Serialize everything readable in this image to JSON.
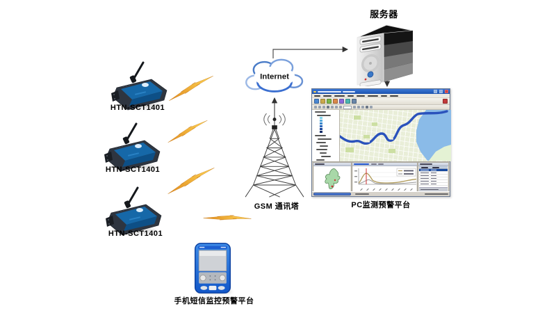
{
  "labels": {
    "server": "服务器",
    "internet": "Internet",
    "gsm_tower": "GSM 通讯塔",
    "pc_platform": "PC监测预警平台",
    "mobile_platform": "手机短信监控预警平台",
    "devices": [
      "HTN-SCT1401",
      "HTN-SCT1401",
      "HTN-SCT1401"
    ]
  },
  "icons": {
    "device": "gsm-modem-with-antenna-icon",
    "bolt": "wireless-signal-lightning-icon",
    "cloud": "internet-cloud-icon",
    "tower": "gsm-lattice-tower-icon",
    "server": "tower-server-icon",
    "phone": "pda-phone-icon",
    "window": "gis-monitoring-app-screenshot"
  },
  "colors": {
    "background": "#ffffff",
    "label_text": "#000000",
    "connector": "#4d4d4d",
    "bolt_dark": "#e08a1e",
    "bolt_light": "#ffd756",
    "cloud_stroke": "#4a7cc8",
    "cloud_stroke_light": "#9db9e6",
    "device_body": "#2e3540",
    "device_panel": "#1668a8",
    "device_panel_dark": "#0d4f86",
    "tower_metal": "#3c3c3c",
    "server_side": "#222222",
    "server_front": "#e4e4e4",
    "phone_blue": "#1f6fd6",
    "phone_blue_dark": "#0a3fa0",
    "window_titlebar_top": "#3a77d6",
    "window_titlebar_bottom": "#1d53b0",
    "map_land": "#e9eed8",
    "map_park": "#ccdfa2",
    "map_river": "#2a52bc",
    "map_sea": "#8abbe8",
    "map_far_shore": "#e4f2d4",
    "table_selected": "#16489e",
    "chart_line_1": "#b09a58",
    "chart_line_2": "#9a9a9a",
    "chart_marker": "#d03030",
    "status_progress": "#3a66c0",
    "toolbar_icon_colors": [
      "#4a86d0",
      "#caa84a",
      "#7ab648",
      "#d9884a",
      "#8a6ad9",
      "#4ab6b0",
      "#6a86a8"
    ],
    "legend_colors": [
      "#7fd4ee",
      "#55aadd",
      "#3a88cc",
      "#2b66bb",
      "#1a4499",
      "#0d2a66"
    ]
  },
  "pc_window": {
    "menu_item_count": 8,
    "toolbar2_icon_count": 13,
    "table_row_count": 6,
    "table_selected_index": 0,
    "chart_tick_count": 9
  }
}
